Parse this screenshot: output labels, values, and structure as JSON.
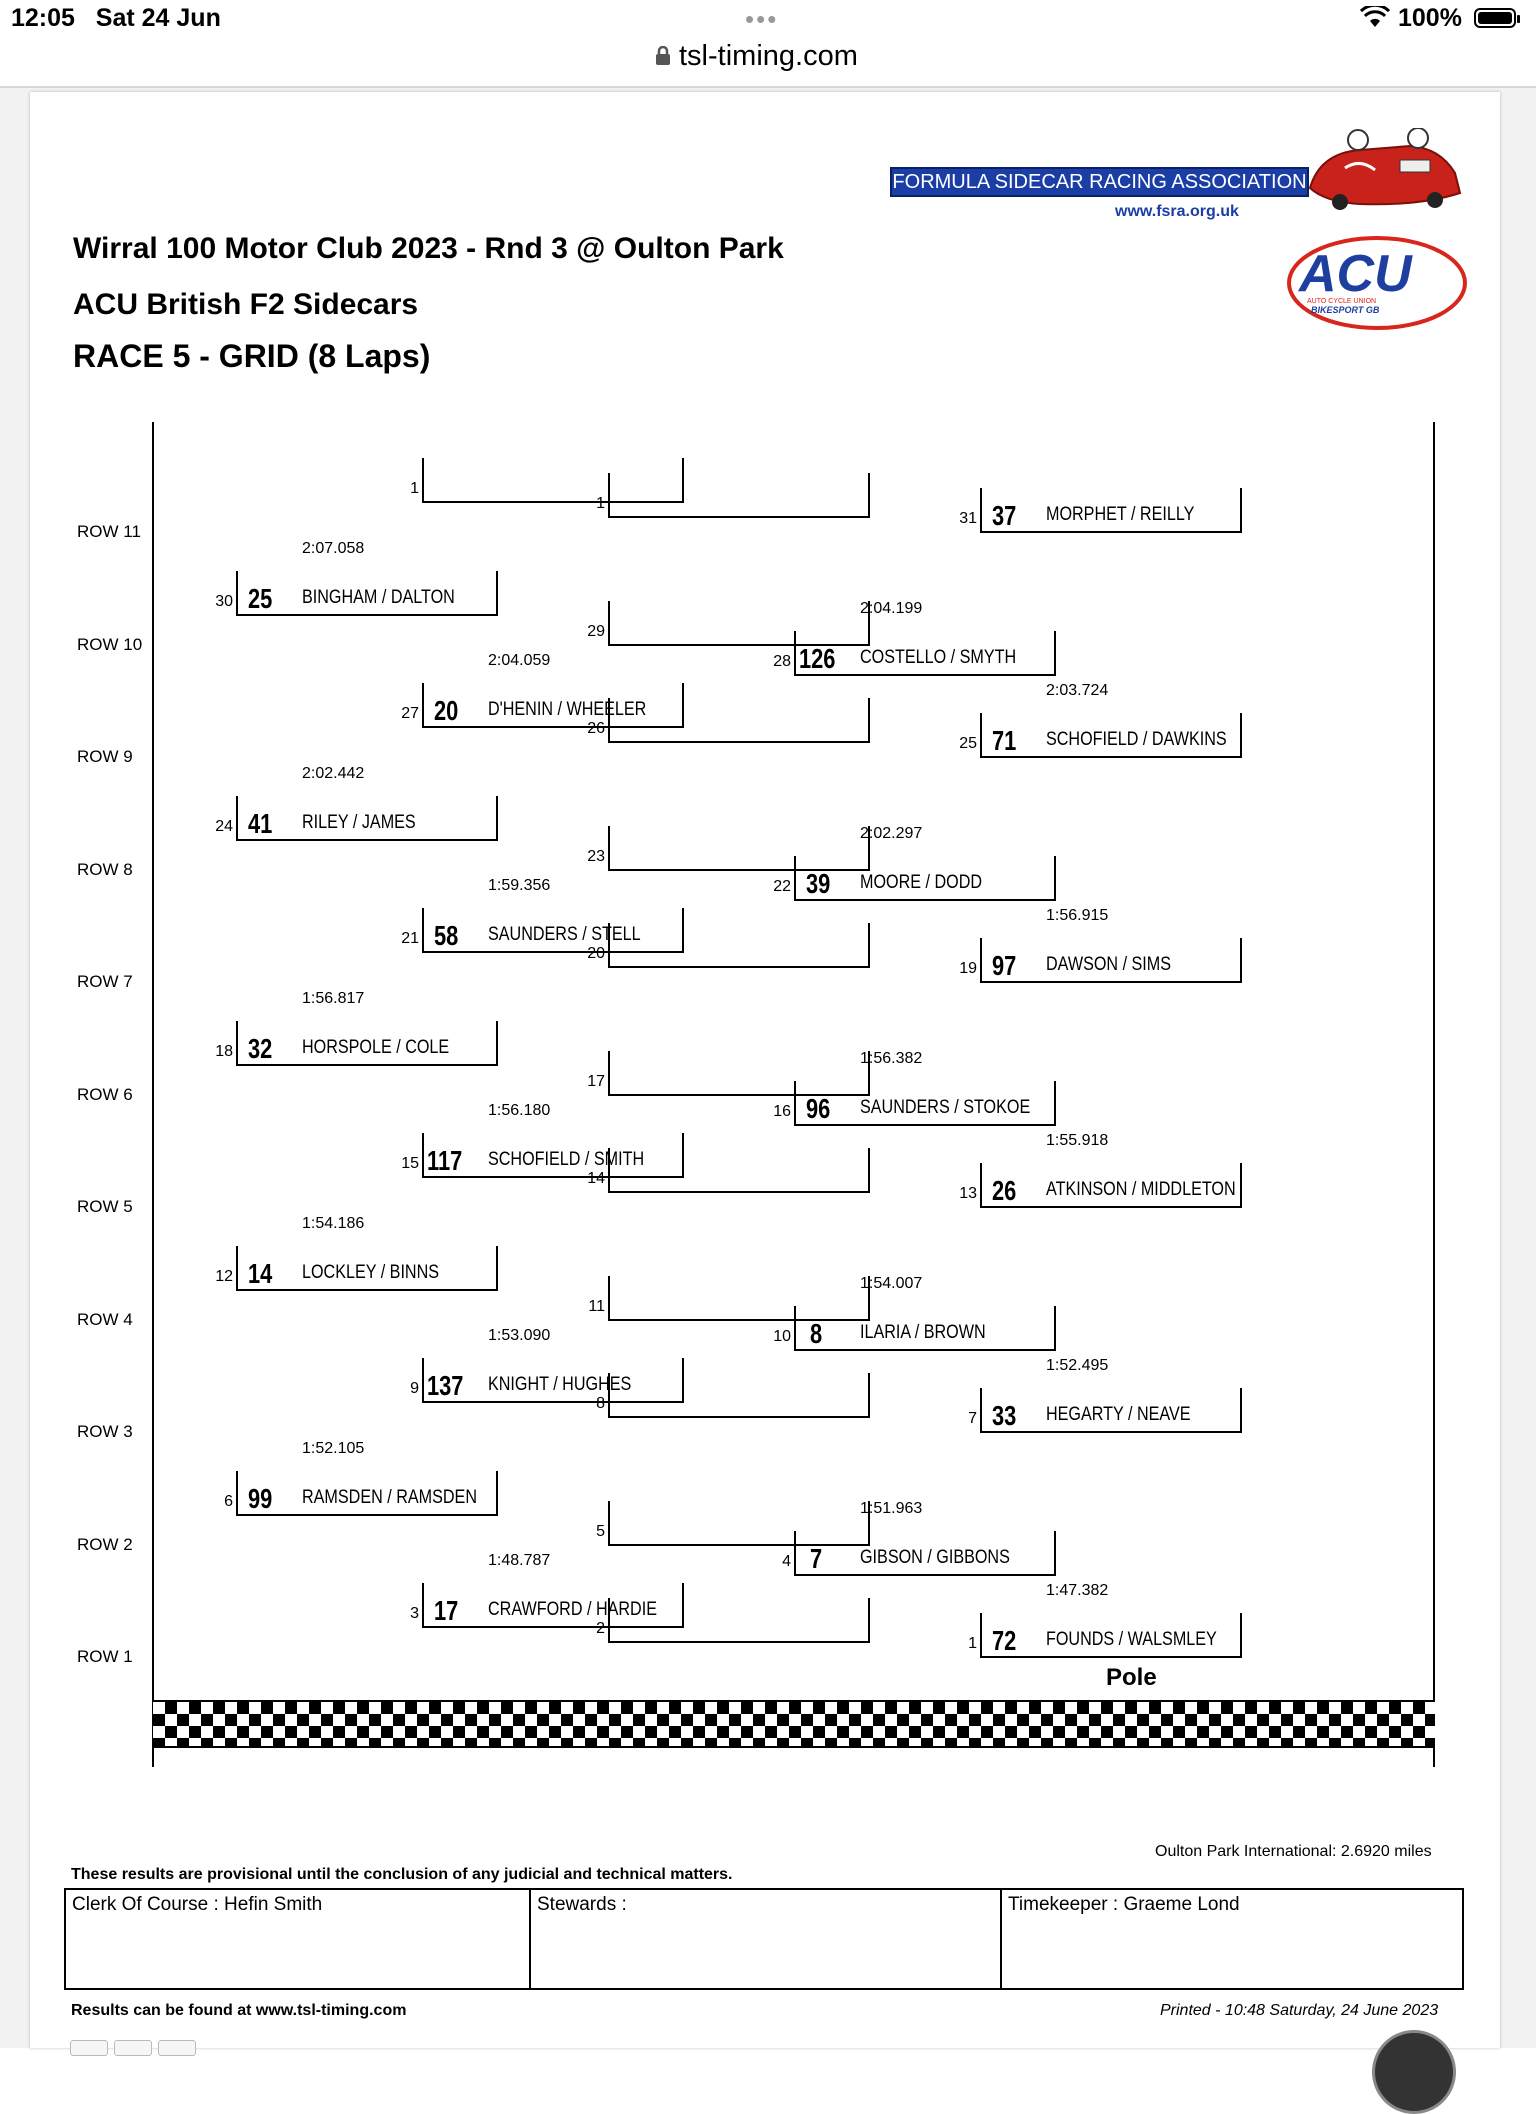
{
  "status_bar": {
    "time": "12:05",
    "date": "Sat 24 Jun",
    "battery": "100%",
    "url": "tsl-timing.com"
  },
  "document": {
    "title1": "Wirral 100 Motor Club 2023 - Rnd 3 @ Oulton Park",
    "title2": "ACU British F2 Sidecars",
    "title3": "RACE 5 - GRID (8 Laps)",
    "fsra_name": "FORMULA SIDECAR RACING ASSOCIATION",
    "fsra_url": "www.fsra.org.uk",
    "acu_logo": "ACU",
    "acu_sub1": "AUTO CYCLE UNION",
    "acu_sub2": "BIKESPORT GB"
  },
  "grid": {
    "rows": [
      "ROW 11",
      "ROW 10",
      "ROW 9",
      "ROW 8",
      "ROW 7",
      "ROW 6",
      "ROW 5",
      "ROW 4",
      "ROW 3",
      "ROW 2",
      "ROW 1"
    ],
    "pole_label": "Pole",
    "slots": [
      {
        "pos": "1",
        "num": "",
        "name": "",
        "time": ""
      },
      {
        "pos": "1",
        "num": "",
        "name": "",
        "time": ""
      },
      {
        "pos": "31",
        "num": "37",
        "name": "MORPHET / REILLY",
        "time": ""
      },
      {
        "pos": "30",
        "num": "25",
        "name": "BINGHAM / DALTON",
        "time": "2:07.058"
      },
      {
        "pos": "29",
        "num": "",
        "name": "",
        "time": ""
      },
      {
        "pos": "28",
        "num": "126",
        "name": "COSTELLO / SMYTH",
        "time": "2:04.199"
      },
      {
        "pos": "27",
        "num": "20",
        "name": "D'HENIN / WHEELER",
        "time": "2:04.059"
      },
      {
        "pos": "26",
        "num": "",
        "name": "",
        "time": ""
      },
      {
        "pos": "25",
        "num": "71",
        "name": "SCHOFIELD / DAWKINS",
        "time": "2:03.724"
      },
      {
        "pos": "24",
        "num": "41",
        "name": "RILEY / JAMES",
        "time": "2:02.442"
      },
      {
        "pos": "23",
        "num": "",
        "name": "",
        "time": ""
      },
      {
        "pos": "22",
        "num": "39",
        "name": "MOORE / DODD",
        "time": "2:02.297"
      },
      {
        "pos": "21",
        "num": "58",
        "name": "SAUNDERS / STELL",
        "time": "1:59.356"
      },
      {
        "pos": "20",
        "num": "",
        "name": "",
        "time": ""
      },
      {
        "pos": "19",
        "num": "97",
        "name": "DAWSON / SIMS",
        "time": "1:56.915"
      },
      {
        "pos": "18",
        "num": "32",
        "name": "HORSPOLE / COLE",
        "time": "1:56.817"
      },
      {
        "pos": "17",
        "num": "",
        "name": "",
        "time": ""
      },
      {
        "pos": "16",
        "num": "96",
        "name": "SAUNDERS / STOKOE",
        "time": "1:56.382"
      },
      {
        "pos": "15",
        "num": "117",
        "name": "SCHOFIELD / SMITH",
        "time": "1:56.180"
      },
      {
        "pos": "14",
        "num": "",
        "name": "",
        "time": ""
      },
      {
        "pos": "13",
        "num": "26",
        "name": "ATKINSON / MIDDLETON",
        "time": "1:55.918"
      },
      {
        "pos": "12",
        "num": "14",
        "name": "LOCKLEY / BINNS",
        "time": "1:54.186"
      },
      {
        "pos": "11",
        "num": "",
        "name": "",
        "time": ""
      },
      {
        "pos": "10",
        "num": "8",
        "name": "ILARIA / BROWN",
        "time": "1:54.007"
      },
      {
        "pos": "9",
        "num": "137",
        "name": "KNIGHT / HUGHES",
        "time": "1:53.090"
      },
      {
        "pos": "8",
        "num": "",
        "name": "",
        "time": ""
      },
      {
        "pos": "7",
        "num": "33",
        "name": "HEGARTY / NEAVE",
        "time": "1:52.495"
      },
      {
        "pos": "6",
        "num": "99",
        "name": "RAMSDEN / RAMSDEN",
        "time": "1:52.105"
      },
      {
        "pos": "5",
        "num": "",
        "name": "",
        "time": ""
      },
      {
        "pos": "4",
        "num": "7",
        "name": "GIBSON / GIBBONS",
        "time": "1:51.963"
      },
      {
        "pos": "3",
        "num": "17",
        "name": "CRAWFORD / HARDIE",
        "time": "1:48.787"
      },
      {
        "pos": "2",
        "num": "",
        "name": "",
        "time": ""
      },
      {
        "pos": "1",
        "num": "72",
        "name": "FOUNDS / WALSMLEY",
        "time": "1:47.382"
      }
    ]
  },
  "footer": {
    "circuit": "Oulton Park International: 2.6920 miles",
    "provisional": "These results are provisional until the conclusion of any judicial and technical matters.",
    "clerk": "Clerk Of Course : Hefin Smith",
    "stewards": "Stewards :",
    "timekeeper": "Timekeeper : Graeme Lond",
    "results_url": "Results can be found at www.tsl-timing.com",
    "printed": "Printed - 10:48 Saturday, 24 June 2023"
  }
}
